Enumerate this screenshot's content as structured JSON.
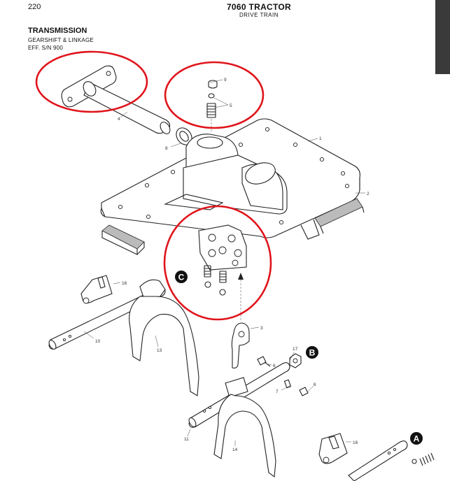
{
  "header": {
    "page_number": "220",
    "title": "7060 TRACTOR",
    "subtitle": "DRIVE TRAIN"
  },
  "section": {
    "title": "TRANSMISSION",
    "line1": "GEARSHIFT & LINKAGE",
    "line2": "EFF. S/N 900"
  },
  "callouts": {
    "c1": "1",
    "c2": "2",
    "c3": "3",
    "c4": "4",
    "c5": "5",
    "c6": "6",
    "c7": "7",
    "c8": "8",
    "c9": "9",
    "c10": "10",
    "c11": "11",
    "c13": "13",
    "c14": "14",
    "c16a": "16",
    "c16b": "16",
    "c17": "17"
  },
  "badges": {
    "a": "A",
    "b": "B",
    "c": "C"
  },
  "colors": {
    "highlight": "#e0141b",
    "ink": "#222222",
    "strip": "#3a3a3a"
  }
}
